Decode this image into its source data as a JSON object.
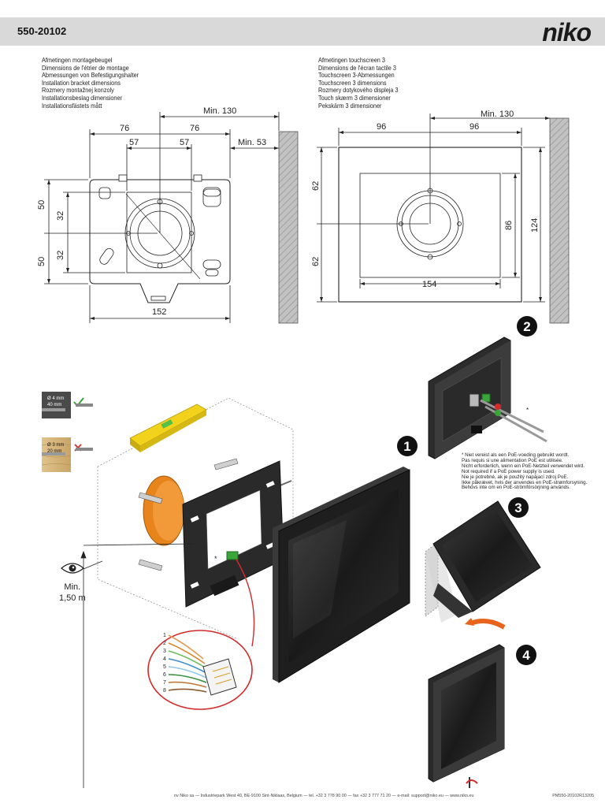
{
  "header": {
    "code": "550-20102",
    "brand": "niko"
  },
  "left_labels": [
    "Afmetingen montagebeugel",
    "Dimensions de l'étrier de montage",
    "Abmessungen von Befestigungshalter",
    "Installation bracket dimensions",
    "Rozmery montažnej konzoly",
    "Installationsbeslag dimensioner",
    "Installationsfästets mått"
  ],
  "right_labels": [
    "Afmetingen touchscreen 3",
    "Dimensions de l'écran tactile 3",
    "Touchscreen 3-Abmessungen",
    "Touchscreen 3 dimensions",
    "Rozmery dotykového displeja 3",
    "Touch skærm 3 dimensioner",
    "Pekskärm 3 dimensioner"
  ],
  "bracket_dims": {
    "min_130": "Min. 130",
    "w76_left": "76",
    "w76_right": "76",
    "w57_left": "57",
    "w57_right": "57",
    "min_53": "Min. 53",
    "h50_top": "50",
    "h50_bottom": "50",
    "h32_top": "32",
    "h32_bottom": "32",
    "w152": "152"
  },
  "screen_dims": {
    "min_130": "Min. 130",
    "w96_left": "96",
    "w96_right": "96",
    "h62_top": "62",
    "h62_bottom": "62",
    "h86": "86",
    "h124": "124",
    "w154": "154"
  },
  "drill": {
    "concrete_dia": "Ø 4 mm",
    "concrete_depth": "40 mm",
    "wood_dia": "Ø 3 mm",
    "wood_depth": "20 mm"
  },
  "steps": [
    "1",
    "2",
    "3",
    "4"
  ],
  "poe_star": "*",
  "poe_note": [
    "Niet vereist als een PoE-voeding gebruikt wordt.",
    "Pas requis si une alimentation PoE est utilisée.",
    "Nicht erforderlich, wenn ein PoE-Netzteil verwendet wird.",
    "Not required if a PoE power supply is used.",
    "Nie je potrebné, ak je použitý napájací zdroj PoE.",
    "Ikke påkrævet, hvis der anvendes en PoE-strømforsyning.",
    "Behövs inte om en PoE-strömförsörjning används."
  ],
  "min_height": {
    "line1": "Min.",
    "line2": "1,50 m"
  },
  "wire_numbers": [
    "1",
    "2",
    "3",
    "4",
    "5",
    "6",
    "7",
    "8"
  ],
  "footer": {
    "address": "nv Niko sa — Industriepark West 40, BE-9100 Sint-Niklaas, Belgium — tel. +32 3 778 90 00 — fax +32 3 777 71 20 — e-mail: support@niko.eu — www.niko.eu",
    "reference": "PM550-20102R13205"
  },
  "colors": {
    "header_bg": "#d9d9d9",
    "step_badge": "#111111",
    "level_yellow": "#f2d21b",
    "box_orange": "#e8841c",
    "callout_red": "#d42a2a",
    "wall_gray": "#b8b8b8"
  }
}
